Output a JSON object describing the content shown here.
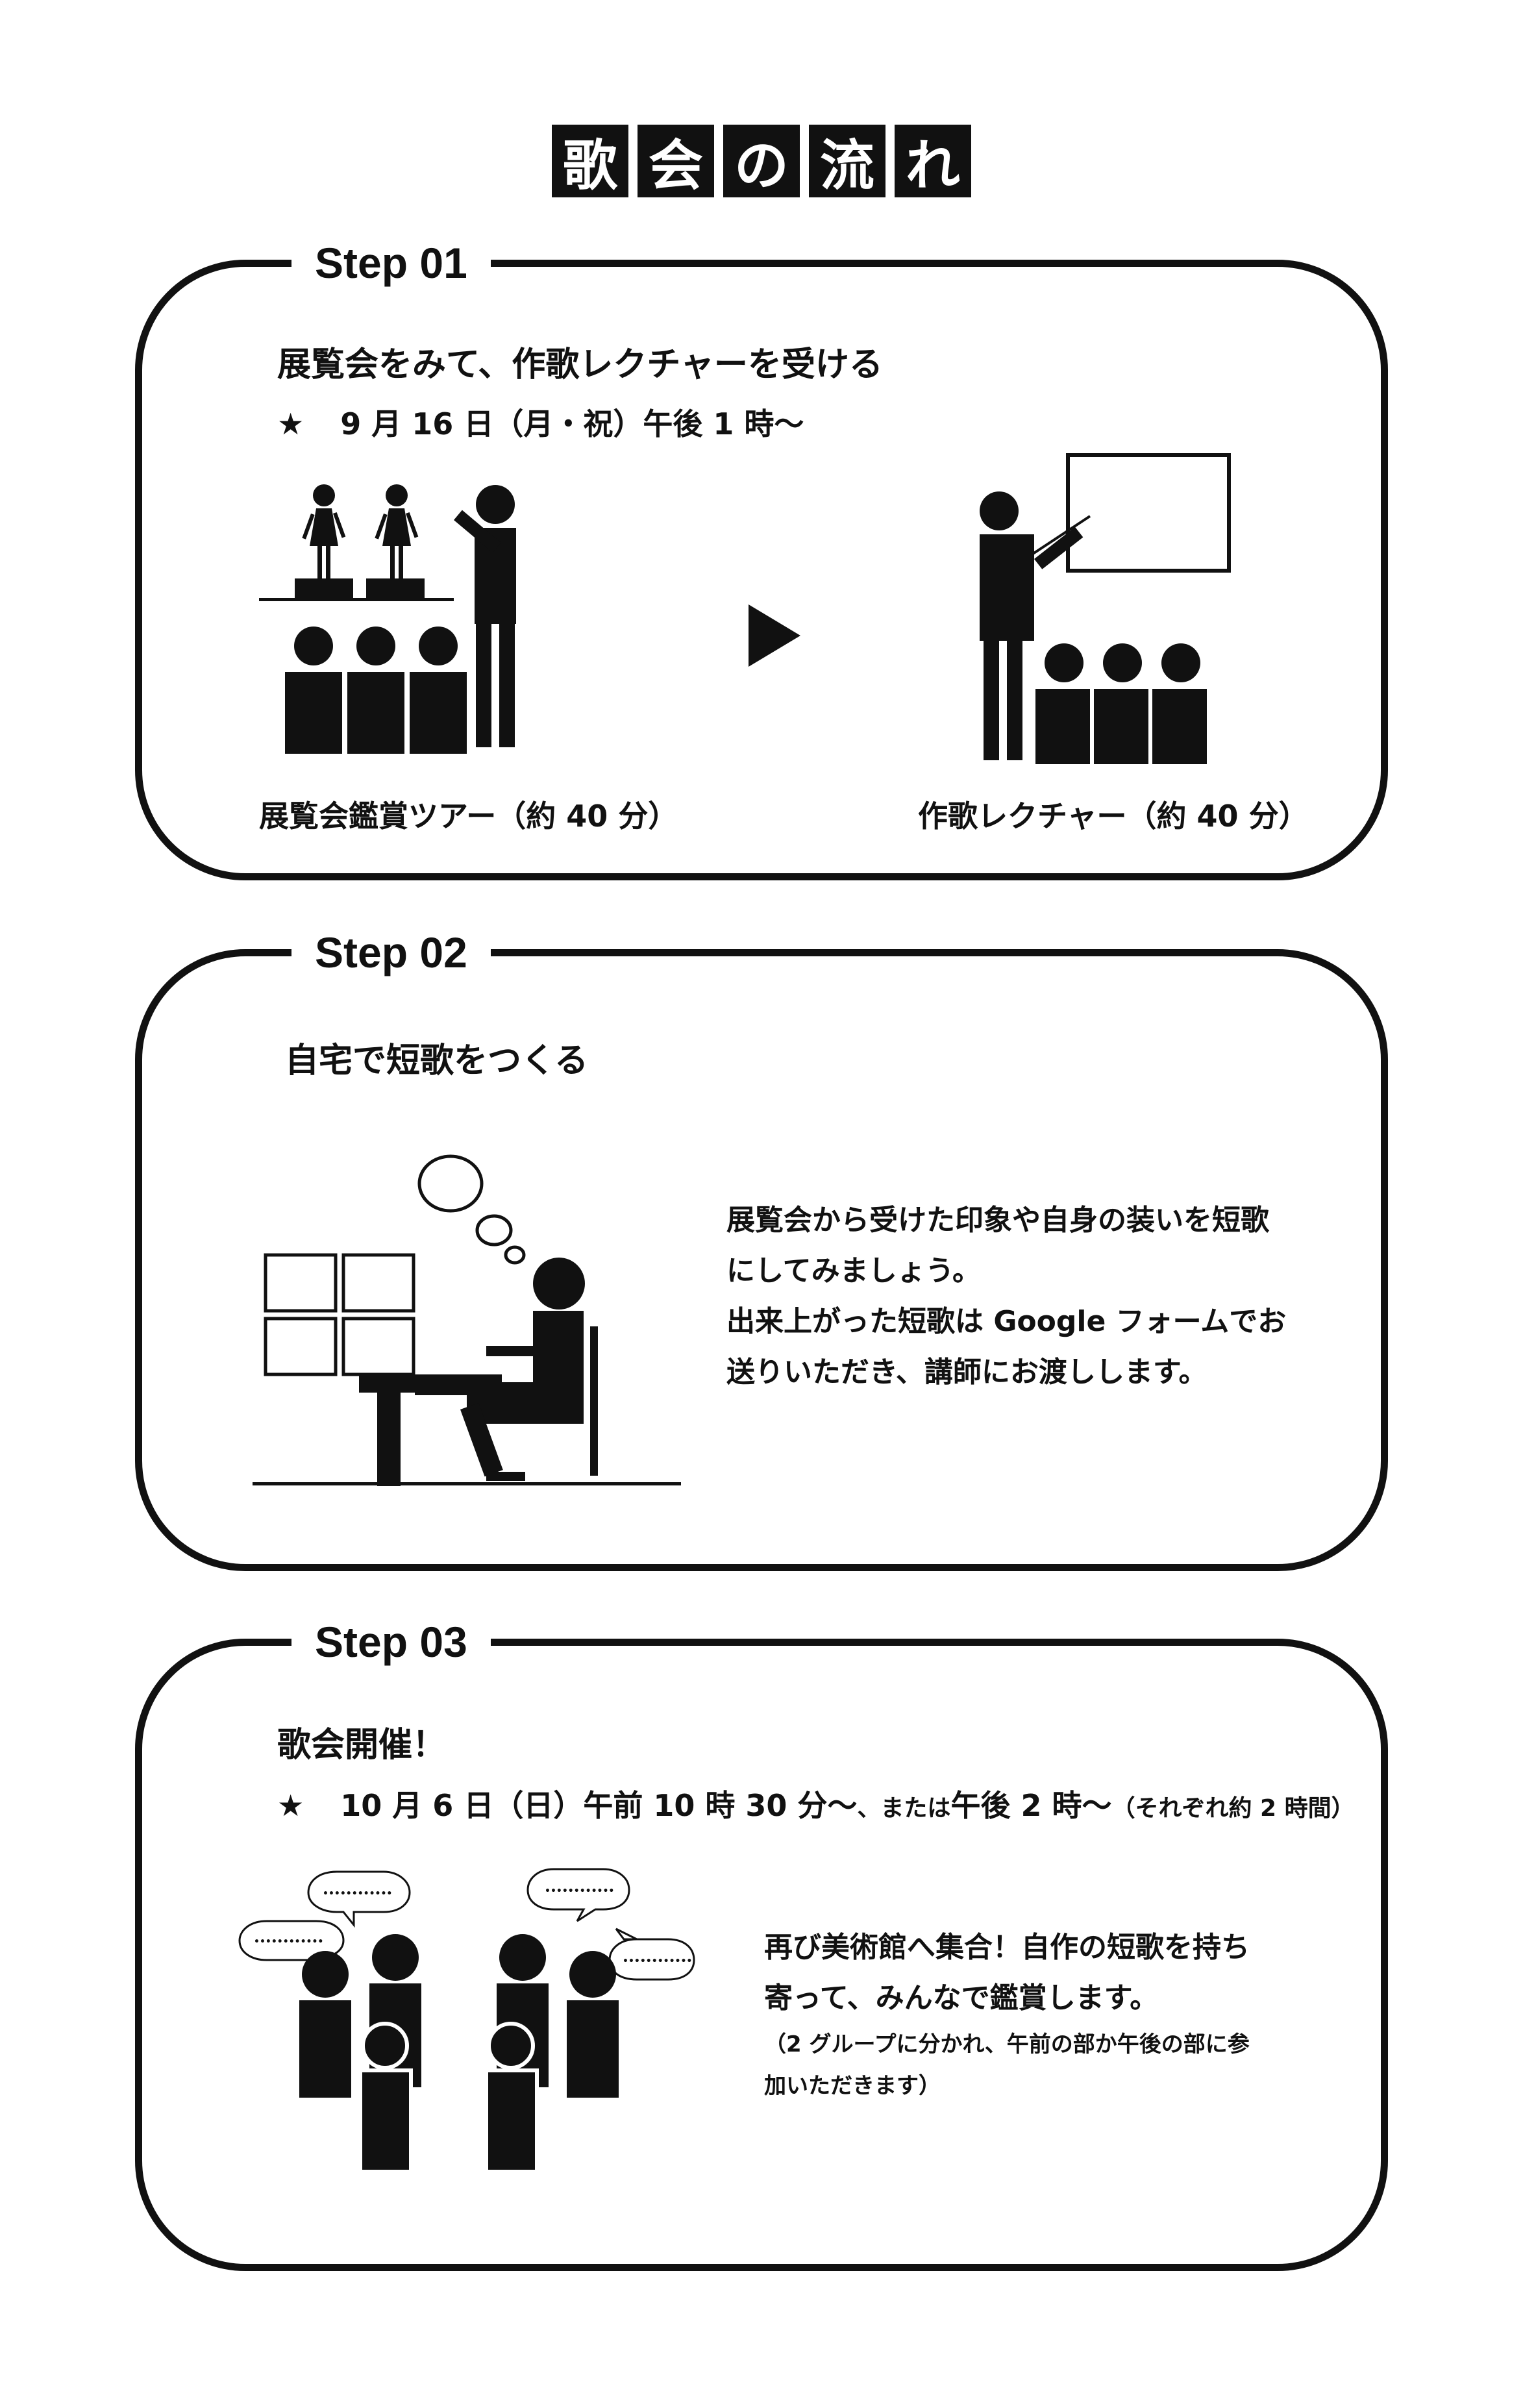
{
  "title_chars": [
    "歌",
    "会",
    "の",
    "流",
    "れ"
  ],
  "step1": {
    "label": "Step 01",
    "heading": "展覧会をみて、作歌レクチャーを受ける",
    "star": "★",
    "date": "9 月 16 日（月・祝）午後 1 時～",
    "caption_left": "展覧会鑑賞ツアー（約 40 分）",
    "caption_right": "作歌レクチャー（約 40 分）"
  },
  "step2": {
    "label": "Step 02",
    "heading": "自宅で短歌をつくる",
    "lines": [
      "展覧会から受けた印象や自身の装いを短歌",
      "にしてみましょう。",
      "出来上がった短歌は Google フォームでお",
      "送りいただき、講師にお渡しします。"
    ]
  },
  "step3": {
    "label": "Step 03",
    "heading": "歌会開催！",
    "star": "★",
    "date_main": "10 月 6 日（日）午前 10 時 30 分～",
    "date_or": "、または",
    "date_alt": "午後 2 時～",
    "date_note": "（それぞれ約 2 時間）",
    "lines": [
      "再び美術館へ集合！自作の短歌を持ち",
      "寄って、みんなで鑑賞します。"
    ],
    "notes": [
      "（2 グループに分かれ、午前の部か午後の部に参",
      "加いただきます）"
    ],
    "bubble_text": "••••••••••••"
  }
}
